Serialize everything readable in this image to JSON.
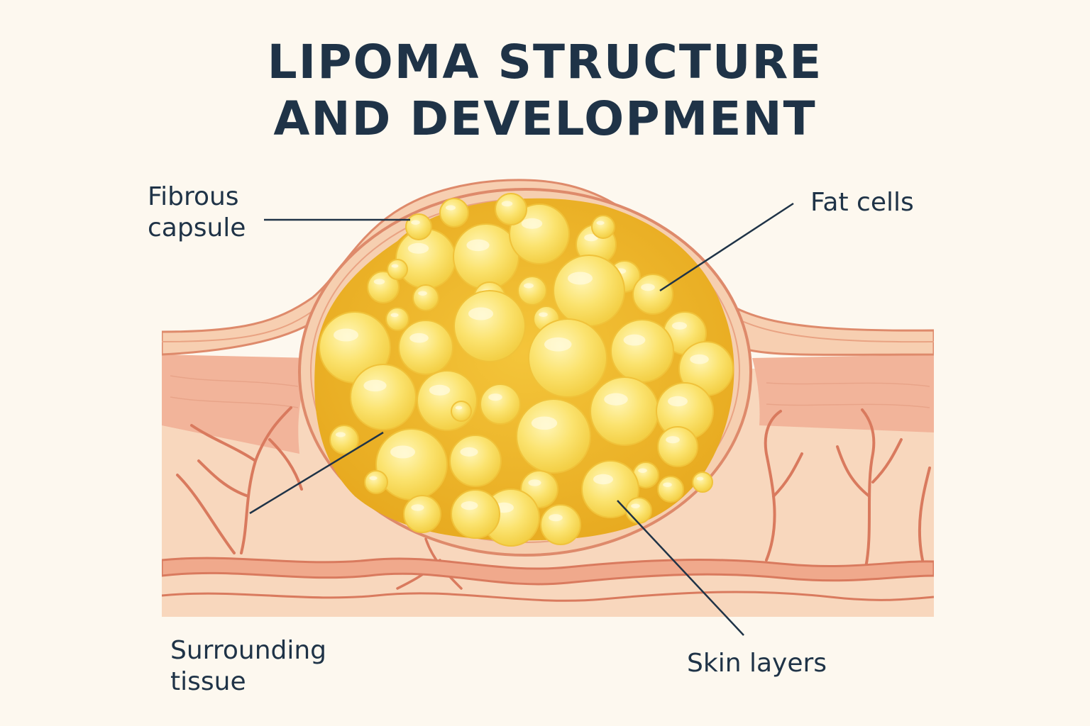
{
  "title": {
    "line1": "LIPOMA STRUCTURE",
    "line2": "AND DEVELOPMENT"
  },
  "labels": {
    "fibrous_capsule": {
      "line1": "Fibrous",
      "line2": "capsule"
    },
    "fat_cells": "Fat cells",
    "surrounding_tissue": {
      "line1": "Surrounding",
      "line2": "tissue"
    },
    "skin_layers": "Skin layers"
  },
  "colors": {
    "background": "#fdf8ef",
    "title_text": "#1f3347",
    "fat_matrix": "#eeb92c",
    "fat_cell": "#fbe271",
    "fat_cell_highlight": "#fff4b0",
    "capsule": "#f4c9a4",
    "capsule_line": "#de8a6b",
    "dermis": "#f2b49a",
    "subcutis": "#f8d7bd",
    "vessel": "#d97a5e",
    "leader_line": "#1f3347"
  }
}
